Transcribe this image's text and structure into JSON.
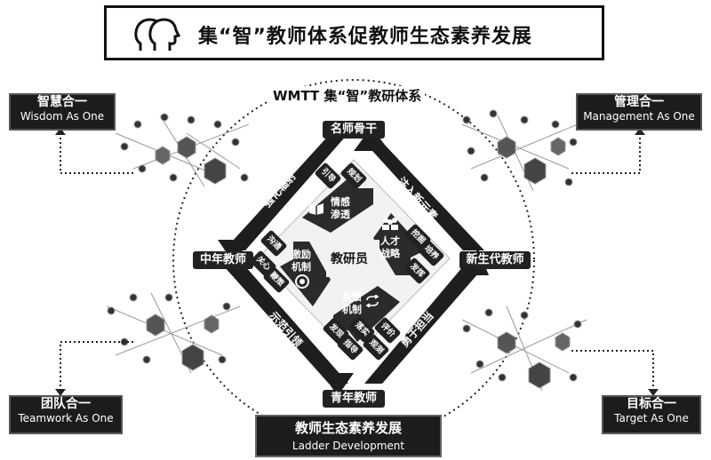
{
  "title": "集“智”教师体系促教师生态素养发展",
  "wmtt_label": "WMTT 集“智”教研体系",
  "corners": {
    "top_left": {
      "cn": "智慧合一",
      "en": "Wisdom As One"
    },
    "top_right": {
      "cn": "管理合一",
      "en": "Management As One"
    },
    "bottom_left": {
      "cn": "团队合一",
      "en": "Teamwork As One"
    },
    "bottom_right": {
      "cn": "目标合一",
      "en": "Target As One"
    }
  },
  "bottom_box": {
    "cn": "教师生态素养发展",
    "en": "Ladder Development"
  },
  "vertices": {
    "top": "名师骨干",
    "left": "中年教师",
    "right": "新生代教师",
    "bottom": "青年教师"
  },
  "sides": {
    "top_left": "强化辐射",
    "top_right": "注入新元素",
    "bottom_left": "示范引领",
    "bottom_right": "勇于担当"
  },
  "center": "教研员",
  "quadrants": {
    "top": {
      "line1": "情感",
      "line2": "渗透",
      "nodes": [
        "引导",
        "规划"
      ]
    },
    "left": {
      "line1": "激励",
      "line2": "机制",
      "nodes": [
        "沟通",
        "关心",
        "鞭策"
      ]
    },
    "right": {
      "line1": "人才",
      "line2": "战略",
      "nodes": [
        "挖掘",
        "培养",
        "发挥"
      ]
    },
    "bottom": {
      "line1": "反馈",
      "line2": "机制",
      "nodes": [
        "发现",
        "落实",
        "评价",
        "指导",
        "观测"
      ]
    }
  },
  "icons": [
    "heads-icon",
    "book-icon",
    "people-icon",
    "target-icon",
    "cycle-icon"
  ]
}
